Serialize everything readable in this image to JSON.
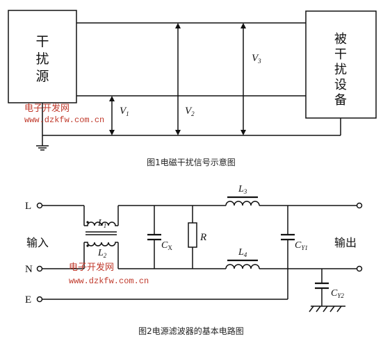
{
  "fig1": {
    "source_box": "干扰源",
    "victim_box": "被干扰设备",
    "v1_label": "V",
    "v1_sub": "1",
    "v2_label": "V",
    "v2_sub": "2",
    "v3_label": "V",
    "v3_sub": "3",
    "caption": "图1电磁干扰信号示意图"
  },
  "fig2": {
    "L_terminal": "L",
    "N_terminal": "N",
    "E_terminal": "E",
    "input_label": "输入",
    "output_label": "输出",
    "L1_label": "L",
    "L1_sub": "1",
    "L2_label": "L",
    "L2_sub": "2",
    "L3_label": "L",
    "L3_sub": "3",
    "L4_label": "L",
    "L4_sub": "4",
    "Cx_label": "C",
    "Cx_sub": "X",
    "R_label": "R",
    "Cy1_label": "C",
    "Cy1_sub": "Y1",
    "Cy2_label": "C",
    "Cy2_sub": "Y2",
    "caption": "图2电源滤波器的基本电路图"
  },
  "watermarks": [
    {
      "cn": "电子开发网",
      "url": "www.dzkfw.com.cn"
    },
    {
      "cn": "电子开发网",
      "url": "www.dzkfw.com.cn"
    }
  ]
}
